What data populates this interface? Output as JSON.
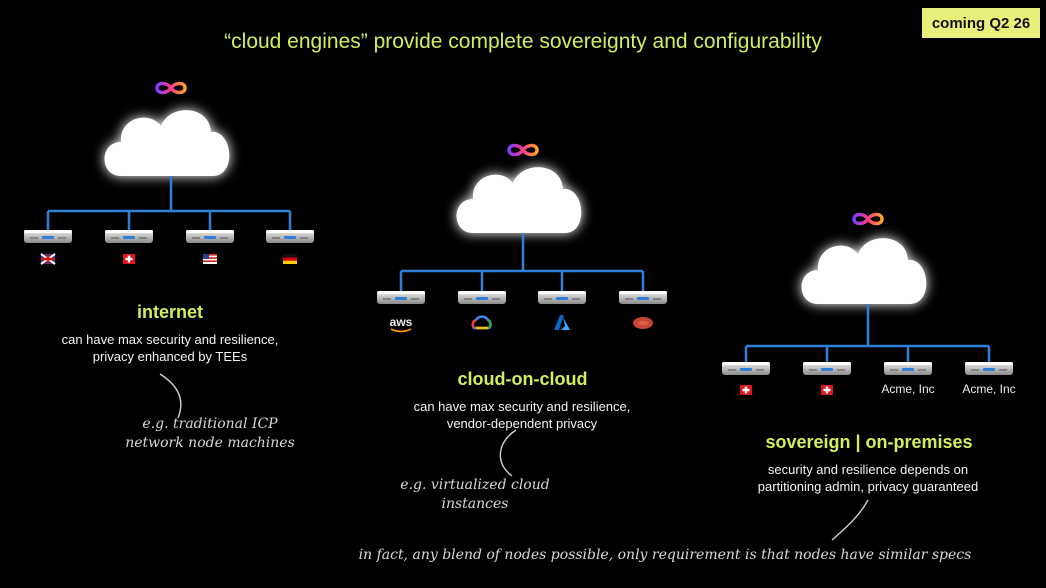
{
  "badge": "coming Q2 26",
  "title": "“cloud engines” provide complete sovereignty and configurability",
  "groups": [
    {
      "title": "internet",
      "description": [
        "can have max security and resilience,",
        "privacy enhanced by TEEs"
      ],
      "note": [
        "e.g. traditional ICP",
        "network node machines"
      ],
      "node_icons": [
        "uk-flag-icon",
        "swiss-flag-icon",
        "us-flag-icon",
        "germany-flag-icon"
      ]
    },
    {
      "title": "cloud-on-cloud",
      "description": [
        "can have max security and resilience,",
        "vendor-dependent privacy"
      ],
      "note": [
        "e.g. virtualized cloud",
        "instances"
      ],
      "node_icons": [
        "aws-logo-icon",
        "google-cloud-logo-icon",
        "azure-logo-icon",
        "oracle-logo-icon"
      ],
      "node_labels": [
        "aws"
      ]
    },
    {
      "title": "sovereign | on-premises",
      "description": [
        "security and resilience depends on",
        "partitioning admin, privacy guaranteed"
      ],
      "node_icons": [
        "swiss-flag-icon",
        "swiss-flag-icon"
      ],
      "node_labels": [
        "Acme, Inc",
        "Acme, Inc"
      ]
    }
  ],
  "footer_note": "in fact, any blend of nodes possible, only requirement is that nodes have similar specs",
  "colors": {
    "accent": "#d6ec5a",
    "badge": "#e6f07a",
    "connector": "#2f7fd8",
    "cloud_glow": "#b44dff"
  },
  "icons": {
    "cloud": "cloud-icon",
    "logo": "infinity-logo-icon",
    "server": "server-rack-icon"
  }
}
